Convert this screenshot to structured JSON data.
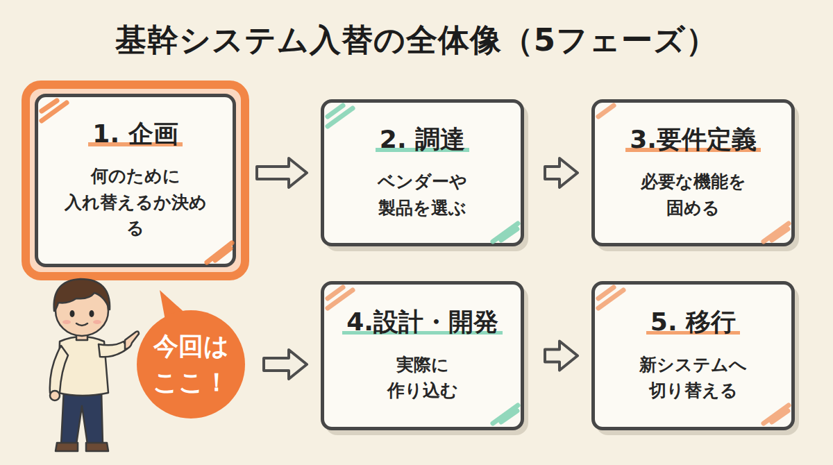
{
  "diagram": {
    "title": "基幹システム入替の全体像（5フェーズ）",
    "nodes": [
      {
        "text": [
          "1. 企画",
          "何のために 入れ替えるか決め る"
        ]
      },
      {
        "text": [
          "2. 調達",
          "ベンダーや 製品を選ぶ"
        ]
      },
      {
        "text": [
          "3.要件定義",
          "必要な機能を 固める"
        ]
      },
      {
        "text": [
          "今回は ここ！"
        ]
      },
      {
        "text": [
          "4.設計・開発",
          "実際に 作り込む"
        ]
      },
      {
        "text": [
          "5. 移行",
          "新システムへ 切り替える"
        ]
      }
    ],
    "edges": [
      {
        "from": 0,
        "to": 1,
        "arrow": "to"
      },
      {
        "from": 1,
        "to": 2,
        "arrow": "to"
      },
      {
        "from": 3,
        "to": 4,
        "arrow": "to"
      },
      {
        "from": 4,
        "to": 5,
        "arrow": "to"
      }
    ]
  }
}
